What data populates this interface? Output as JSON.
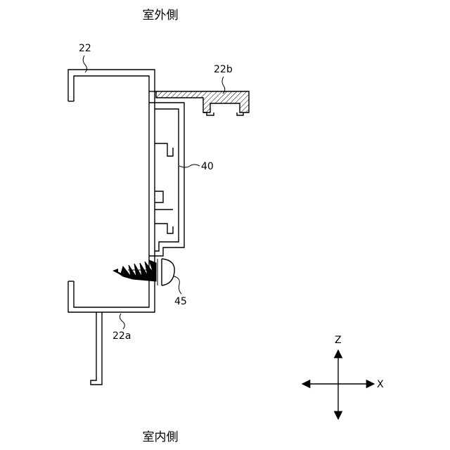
{
  "labels": {
    "outdoor_side": "室外側",
    "indoor_side": "室内側",
    "frame": "22",
    "frame_lower": "22a",
    "frame_upper": "22b",
    "bracket": "40",
    "screw": "45"
  },
  "axes": {
    "z": "Z",
    "x": "X"
  }
}
